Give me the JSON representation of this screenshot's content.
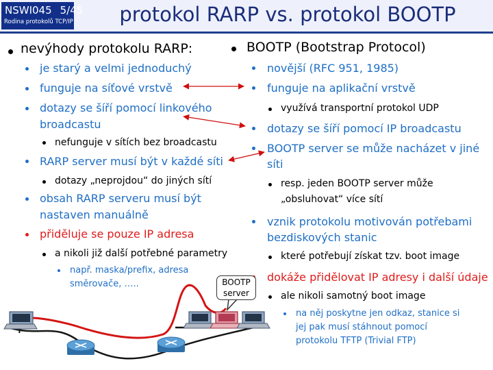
{
  "header": {
    "course_id": "NSWI045",
    "page": "5/45",
    "course_subtitle": "Rodina protokolů TCP/IP",
    "title": "protokol RARP vs. protokol BOOTP",
    "colors": {
      "bar": "#12308a",
      "title": "#1b2d7a",
      "accent": "#1f6fc5",
      "highlight": "#e01b1b"
    }
  },
  "left": {
    "heading": "nevýhody protokolu RARP:",
    "items": [
      "je starý a velmi jednoduchý",
      "funguje na síťové vrstvě",
      "dotazy se šíří pomocí linkového",
      "broadcastu",
      "nefunguje  v sítích bez broadcastu",
      "RARP server musí být v každé síti",
      "dotazy „neprojdou“ do jiných sítí",
      "obsah RARP serveru musí být",
      "nastaven manuálně",
      "přiděluje se pouze IP adresa",
      "a nikoli již další potřebné parametry",
      "např. maska/prefix, adresa",
      "směrovače, …..",
      "BOOTP",
      "server"
    ]
  },
  "right": {
    "heading": "BOOTP (Bootstrap Protocol)",
    "items": [
      "novější (RFC 951, 1985)",
      "funguje na aplikační vrstvě",
      "využívá transportní protokol UDP",
      "dotazy se šíří pomocí IP broadcastu",
      "BOOTP server se může nacházet v jiné",
      "síti",
      "resp. jeden BOOTP server může",
      "„obsluhovat“ více sítí",
      "vznik protokolu motivován potřebami",
      "bezdiskových stanic",
      "které potřebují získat tzv. boot image",
      "dokáže přidělovat IP adresy i další údaje",
      "ale nikoli samotný boot image",
      "na něj poskytne jen odkaz, stanice si",
      "jej pak musí stáhnout pomocí",
      "protokolu TFTP (Trivial FTP)"
    ]
  },
  "icons": [
    "computer-icon",
    "router-icon",
    "server-icon",
    "double-arrow-icon"
  ]
}
